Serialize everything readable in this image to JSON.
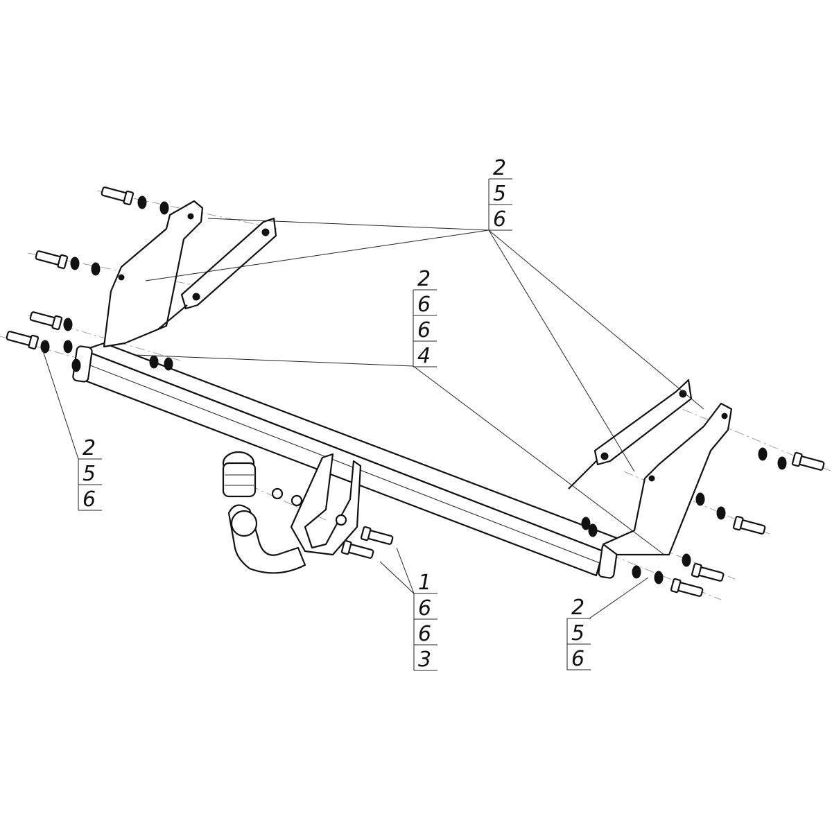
{
  "title": "Tow bar exploded assembly diagram",
  "callouts": [
    {
      "id": "top-right-brackets",
      "items": [
        "2",
        "5",
        "6"
      ]
    },
    {
      "id": "center-tube",
      "items": [
        "2",
        "6",
        "6",
        "4"
      ]
    },
    {
      "id": "left-washer",
      "items": [
        "2",
        "5",
        "6"
      ]
    },
    {
      "id": "center-bolts",
      "items": [
        "1",
        "6",
        "6",
        "3"
      ]
    },
    {
      "id": "right-washer",
      "items": [
        "2",
        "5",
        "6"
      ]
    }
  ]
}
